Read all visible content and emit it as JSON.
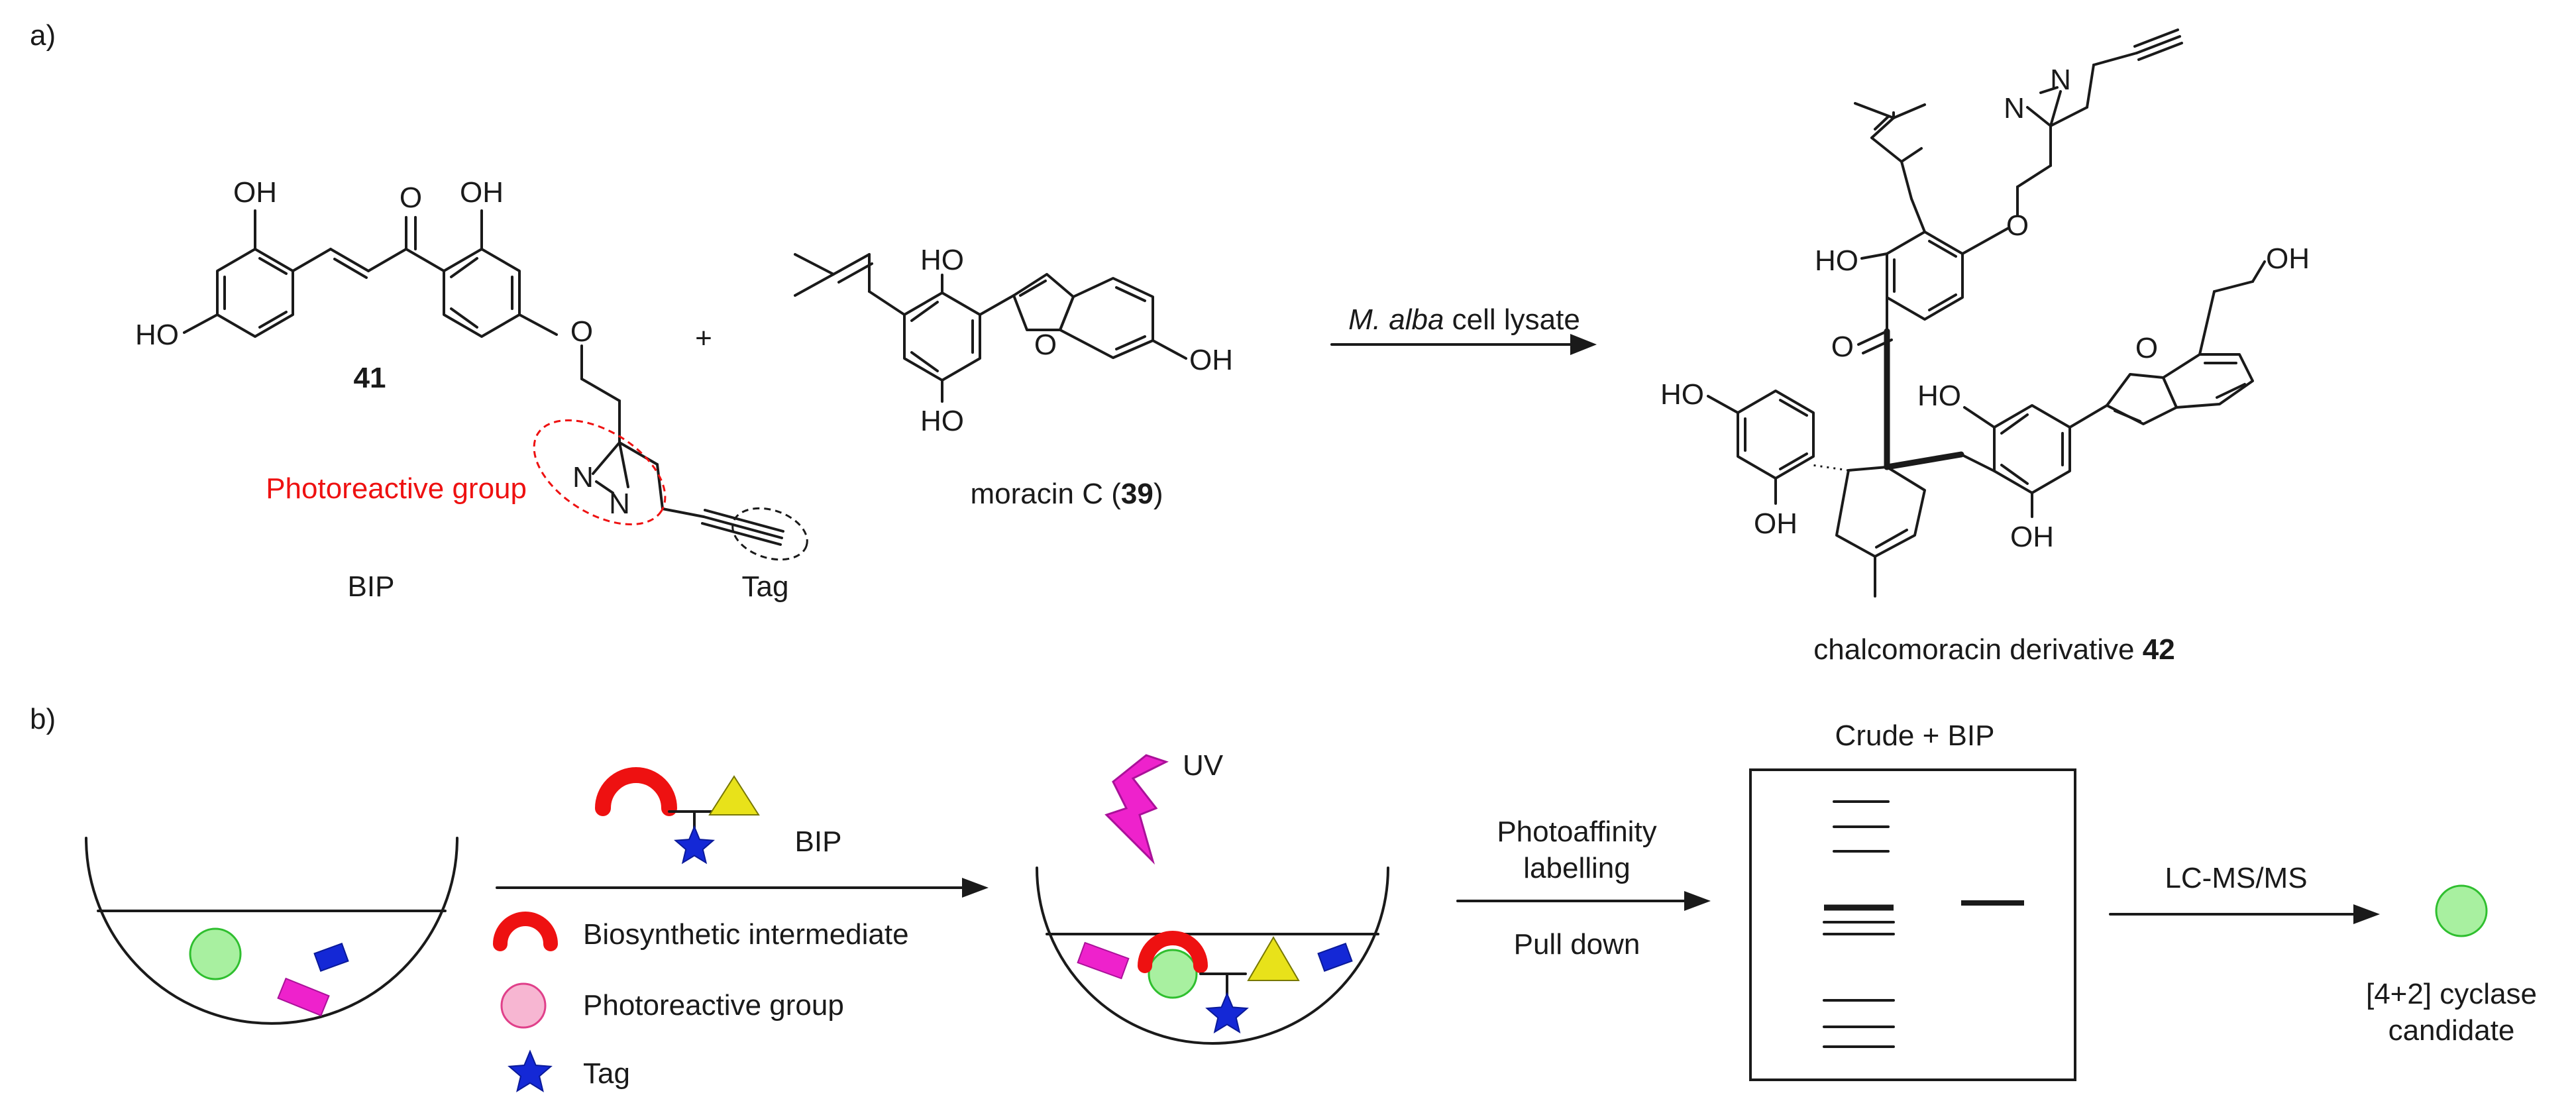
{
  "panel_a": {
    "label": "a)",
    "bip_probe": {
      "compound_number": "41",
      "name": "BIP",
      "photoreactive_label": "Photoreactive group",
      "tag_label": "Tag",
      "atoms": {
        "oh_ring_a_top": "OH",
        "ho_ring_a_left": "HO",
        "carbonyl_o": "O",
        "oh_ring_b": "OH",
        "ether_o": "O",
        "n1": "N",
        "n2": "N"
      }
    },
    "plus": "+",
    "moracin": {
      "name_prefix": "moracin C (",
      "number": "39",
      "name_suffix": ")",
      "atoms": {
        "ho_top": "HO",
        "ho_bottom": "HO",
        "furan_o": "O",
        "oh_right": "OH"
      }
    },
    "reaction": {
      "condition_italic": "M. alba",
      "condition_rest": " cell lysate"
    },
    "product": {
      "name_prefix": "chalcomoracin derivative ",
      "number": "42",
      "atoms": {
        "n_left": "N",
        "n_right": "N",
        "ether_o": "O",
        "ho_prenyl_ring": "HO",
        "carbonyl_o": "O",
        "oh_top_right": "OH",
        "furan_o": "O",
        "ho_resorcinol_left": "HO",
        "oh_resorcinol_bottom": "OH",
        "ho_central_left": "HO",
        "oh_central_bottom": "OH"
      }
    }
  },
  "panel_b": {
    "label": "b)",
    "bip_label": "BIP",
    "legend": {
      "intermediate": "Biosynthetic intermediate",
      "photoreactive": "Photoreactive group",
      "tag": "Tag"
    },
    "uv_label": "UV",
    "step_labels": {
      "labelling_line1": "Photoaffinity",
      "labelling_line2": "labelling",
      "pulldown": "Pull down"
    },
    "gel_title": "Crude + BIP",
    "lcms_label": "LC-MS/MS",
    "candidate_line1": "[4+2] cyclase",
    "candidate_line2": "candidate",
    "colors": {
      "intermediate": "#ee1111",
      "photoreactive": "#f7b6d2",
      "photoreactive_edge": "#e0408a",
      "tag": "#1428d6",
      "triangle": "#e8e21a",
      "green": "#a8f0a0",
      "green_edge": "#2fbf2f",
      "magenta": "#ee22cc",
      "photo_circle": "#ee1111",
      "tag_circle": "#222222"
    }
  }
}
